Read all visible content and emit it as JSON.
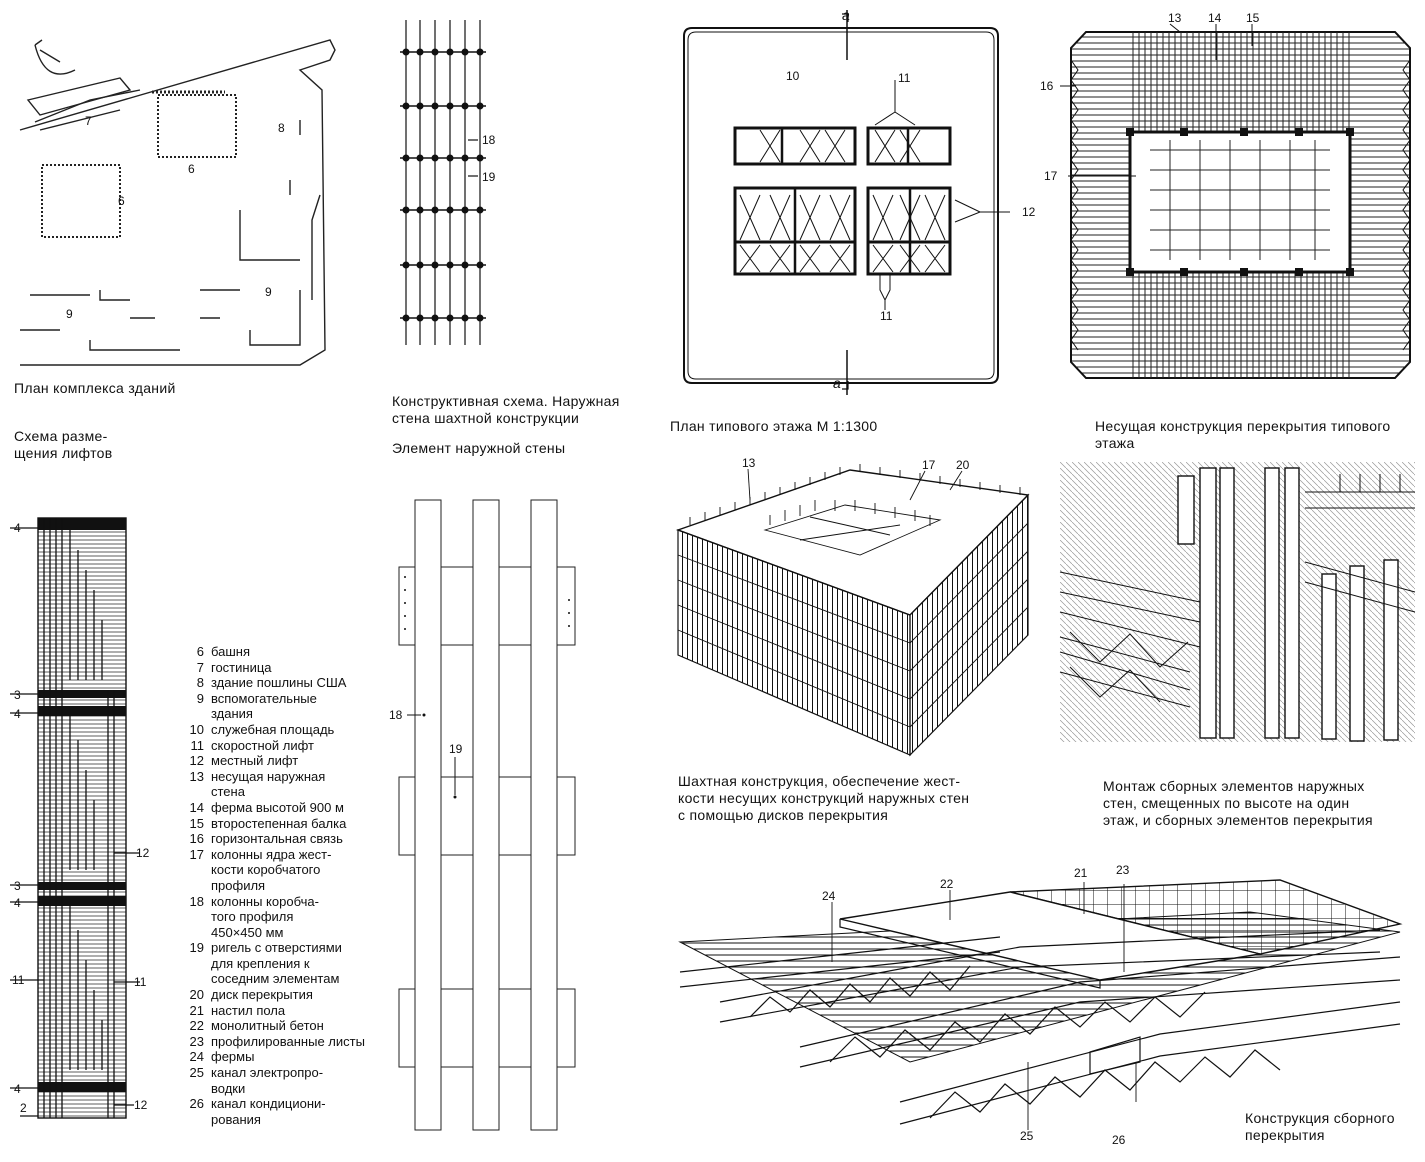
{
  "captions": {
    "site_plan": "План комплекса зданий",
    "lift_scheme": "Схема разме-\nщения лифтов",
    "structural_scheme": "Конструктивная схема. Наружная\nстена шахтной конструкции",
    "wall_element": "Элемент наружной стены",
    "typical_floor": "План типового этажа М 1:1300",
    "floor_structure": "Несущая конструкция перекрытия типового\nэтажа",
    "tube_structure": "Шахтная конструкция, обеспечение жест-\nкости несущих конструкций наружных стен\nс помощью дисков перекрытия",
    "assembly": "Монтаж сборных элементов наружных\nстен, смещенных по высоте на один\nэтаж, и сборных элементов перекрытия",
    "prefab_floor": "Конструкция сборного\nперекрытия"
  },
  "section_marks": {
    "top": "a",
    "bottom": "a"
  },
  "site_labels": {
    "l7": "7",
    "l8": "8",
    "l6a": "6",
    "l6b": "6",
    "l9a": "9",
    "l9b": "9"
  },
  "scheme_labels": {
    "l18": "18",
    "l19": "19"
  },
  "lift_labels": {
    "l4a": "4",
    "l3a": "3",
    "l4b": "4",
    "l3b": "3",
    "l4c": "4",
    "l11a": "11",
    "l11b": "11",
    "l12a": "12",
    "l4d": "4",
    "l2": "2",
    "l12b": "12"
  },
  "floor_labels": {
    "l10": "10",
    "l11a": "11",
    "l12": "12",
    "l11b": "11"
  },
  "structure_labels": {
    "l13": "13",
    "l14": "14",
    "l15": "15",
    "l16": "16",
    "l17": "17"
  },
  "wall_labels": {
    "l18": "18",
    "l19": "19"
  },
  "tube_labels": {
    "l13": "13",
    "l17": "17",
    "l20": "20"
  },
  "prefab_labels": {
    "l24": "24",
    "l22": "22",
    "l21": "21",
    "l23": "23",
    "l25": "25",
    "l26": "26"
  },
  "legend": [
    {
      "n": "6",
      "t": "башня"
    },
    {
      "n": "7",
      "t": "гостиница"
    },
    {
      "n": "8",
      "t": "здание пошлины США"
    },
    {
      "n": "9",
      "t": "вспомогательные\nздания"
    },
    {
      "n": "10",
      "t": "служебная площадь"
    },
    {
      "n": "11",
      "t": "скоростной лифт"
    },
    {
      "n": "12",
      "t": "местный лифт"
    },
    {
      "n": "13",
      "t": "несущая наружная\nстена"
    },
    {
      "n": "14",
      "t": "ферма высотой 900 м"
    },
    {
      "n": "15",
      "t": "второстепенная балка"
    },
    {
      "n": "16",
      "t": "горизонтальная связь"
    },
    {
      "n": "17",
      "t": "колонны ядра жест-\nкости коробчатого\nпрофиля"
    },
    {
      "n": "18",
      "t": "колонны коробча-\nтого профиля\n450×450 мм"
    },
    {
      "n": "19",
      "t": "ригель с отверстиями\nдля крепления к\nсоседним элементам"
    },
    {
      "n": "20",
      "t": "диск перекрытия"
    },
    {
      "n": "21",
      "t": "настил пола"
    },
    {
      "n": "22",
      "t": "монолитный бетон"
    },
    {
      "n": "23",
      "t": "профилированные листы"
    },
    {
      "n": "24",
      "t": "фермы"
    },
    {
      "n": "25",
      "t": "канал электропро-\nводки"
    },
    {
      "n": "26",
      "t": "канал кондициони-\nрования"
    }
  ]
}
